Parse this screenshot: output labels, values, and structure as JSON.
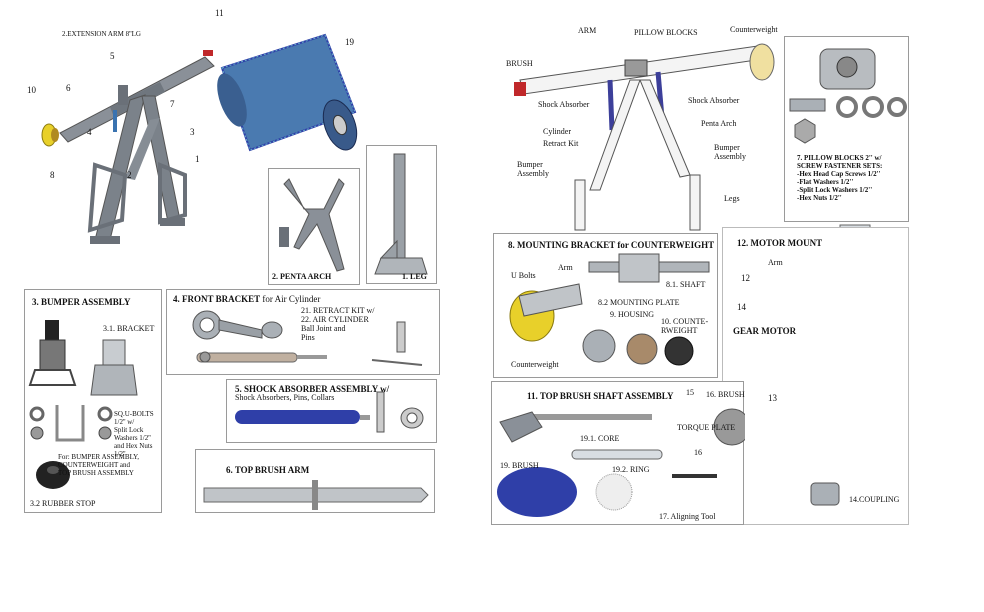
{
  "left": {
    "extension_arm": "2.EXTENSION ARM 8''LG",
    "callouts": [
      "1",
      "2",
      "3",
      "4",
      "5",
      "6",
      "7",
      "8",
      "10",
      "11",
      "19"
    ],
    "penta_arch": "2. PENTA ARCH",
    "leg": "1. LEG",
    "bumper": {
      "title": "3. BUMPER ASSEMBLY",
      "bracket": "3.1. BRACKET",
      "bolts": "SQ.U-BOLTS 1/2'' w/\nSplit Lock Washers 1/2''\nand Hex Nuts 1/2''",
      "for_note": "For: BUMPER ASSEMBLY,\nCOUNTERWEIGHT and\nTOP BRUSH ASSEMBLY",
      "rubber_stop": "3.2  RUBBER STOP"
    },
    "front_bracket": {
      "title": "4. FRONT BRACKET",
      "title_suffix": " for Air Cylinder",
      "retract": "21. RETRACT KIT w/\n22. AIR CYLINDER\n      Ball Joint and\n      Pins"
    },
    "shock": {
      "title": "5. SHOCK ABSORBER ASSEMBLY w/",
      "sub": "Shock Absorbers, Pins, Collars"
    },
    "top_brush_arm": "6. TOP BRUSH ARM"
  },
  "right": {
    "top_labels": {
      "arm": "ARM",
      "pillow_blocks": "PILLOW BLOCKS",
      "counterweight": "Counterweight",
      "brush": "BRUSH",
      "shock_left": "Shock Absorber",
      "shock_right": "Shock Absorber",
      "cylinder": "Cylinder",
      "retract_kit": "Retract Kit",
      "penta_arch": "Penta Arch",
      "bumper_left": "Bumper\nAssembly",
      "bumper_right": "Bumper\nAssembly",
      "legs": "Legs"
    },
    "pillow": {
      "title": "7. PILLOW BLOCKS 2'' w/",
      "lines": "SCREW FASTENER SETS:\n-Hex Head Cap Screws 1/2''\n-Flat Washers 1/2''\n-Split Lock Washers 1/2''\n-Hex Nuts 1/2''"
    },
    "mounting": {
      "title": "8. MOUNTING BRACKET for COUNTERWEIGHT",
      "u_bolts": "U Bolts",
      "arm": "Arm",
      "shaft": "8.1. SHAFT",
      "plate": "8.2  MOUNTING PLATE",
      "housing": "9. HOUSING",
      "counterweight_part": "10. COUNTE-\n     RWEIGHT",
      "counterweight": "Counterweight"
    },
    "motor": {
      "title": "12. MOTOR MOUNT",
      "arm": "Arm",
      "n12": "12",
      "n14": "14",
      "gear_motor": "GEAR MOTOR",
      "n13": "13",
      "coupling": "14.COUPLING"
    },
    "shaft_assembly": {
      "title": "11. TOP BRUSH SHAFT ASSEMBLY",
      "n15": "15",
      "brush16": "16. BRUSH",
      "torque_plate": "TORQUE PLATE",
      "n16": "16",
      "core": "19.1. CORE",
      "brush19": "19.  BRUSH",
      "ring": "19.2.  RING",
      "aligning": "17. Aligning Tool"
    }
  },
  "colors": {
    "steel": "#7b828a",
    "brush_blue": "#2f3fa8",
    "cylinder_blue": "#3c3f9a",
    "yellow": "#e8d02a",
    "motor_blue": "#4a5f7a",
    "green": "#3a7a68",
    "red": "#c0282a"
  }
}
